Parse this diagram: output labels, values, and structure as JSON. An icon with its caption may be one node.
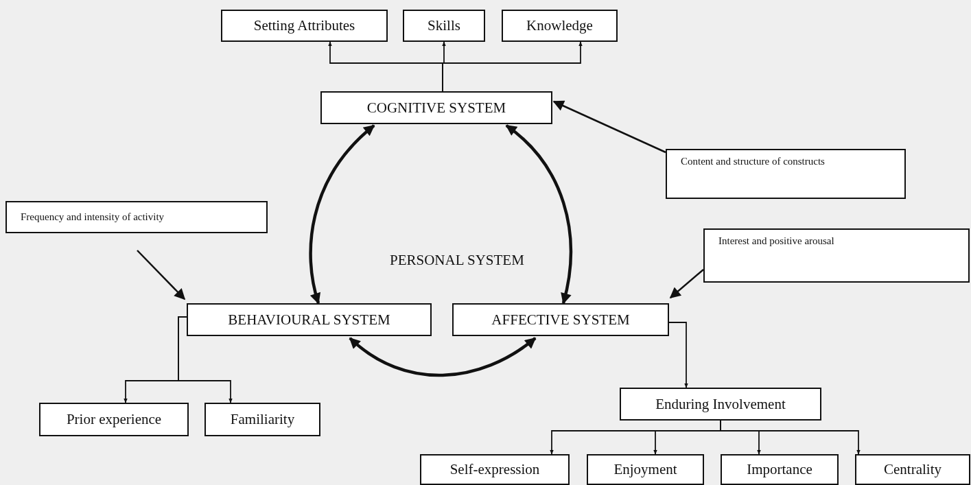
{
  "diagram": {
    "nodes": [
      {
        "text": [
          "Setting Attributes"
        ]
      },
      {
        "text": [
          "Skills"
        ]
      },
      {
        "text": [
          "Knowledge"
        ]
      },
      {
        "text": [
          "COGNITIVE SYSTEM"
        ]
      },
      {
        "text": [
          "Content and structure of constructs"
        ]
      },
      {
        "text": [
          "Frequency and intensity of activity"
        ]
      },
      {
        "text": [
          "BEHAVIOURAL SYSTEM"
        ]
      },
      {
        "text": [
          "AFFECTIVE SYSTEM"
        ]
      },
      {
        "text": [
          "Interest and positive arousal"
        ]
      },
      {
        "text": [
          "Prior experience"
        ]
      },
      {
        "text": [
          "Familiarity"
        ]
      },
      {
        "text": [
          "Enduring Involvement"
        ]
      },
      {
        "text": [
          "Self-expression"
        ]
      },
      {
        "text": [
          "Enjoyment"
        ]
      },
      {
        "text": [
          "Importance"
        ]
      },
      {
        "text": [
          "Centrality"
        ]
      }
    ],
    "edges": [
      {
        "from": 3,
        "to": 0,
        "arrow": "to"
      },
      {
        "from": 3,
        "to": 1,
        "arrow": "to"
      },
      {
        "from": 3,
        "to": 2,
        "arrow": "to"
      },
      {
        "from": 4,
        "to": 3,
        "arrow": "to"
      },
      {
        "from": 6,
        "to": 3,
        "arrow": "both",
        "style": "thick"
      },
      {
        "from": 3,
        "to": 7,
        "arrow": "both",
        "style": "thick"
      },
      {
        "from": 6,
        "to": 7,
        "arrow": "both",
        "style": "thick"
      },
      {
        "from": 5,
        "to": 6,
        "arrow": "to"
      },
      {
        "from": 8,
        "to": 7,
        "arrow": "to"
      },
      {
        "from": 6,
        "to": 9,
        "arrow": "to"
      },
      {
        "from": 6,
        "to": 10,
        "arrow": "to"
      },
      {
        "from": 7,
        "to": 11,
        "arrow": "to"
      },
      {
        "from": 11,
        "to": 12,
        "arrow": "to"
      },
      {
        "from": 11,
        "to": 13,
        "arrow": "to"
      },
      {
        "from": 11,
        "to": 14,
        "arrow": "to"
      },
      {
        "from": 11,
        "to": 15,
        "arrow": "to"
      }
    ],
    "labels": [
      "PERSONAL SYSTEM"
    ]
  }
}
